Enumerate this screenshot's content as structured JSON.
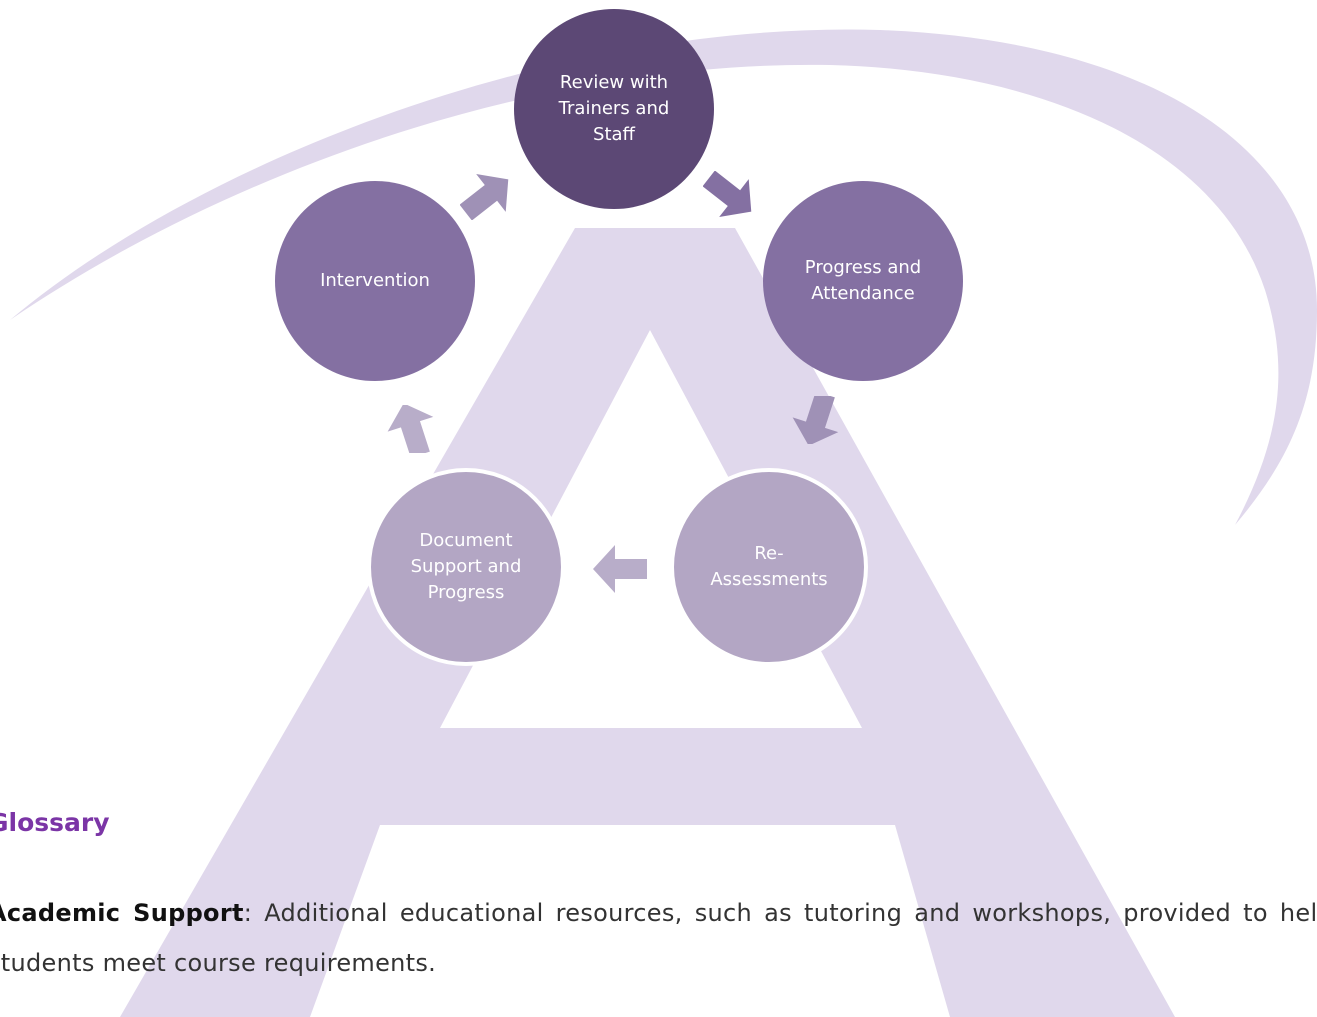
{
  "diagram": {
    "nodes": [
      {
        "id": "review",
        "label": "Review with Trainers and Staff",
        "color": "#5c4875"
      },
      {
        "id": "progress",
        "label": "Progress and Attendance",
        "color": "#8470a2"
      },
      {
        "id": "reassess",
        "label": "Re-Assessments",
        "color": "#b3a6c4"
      },
      {
        "id": "document",
        "label": "Document Support and Progress",
        "color": "#b3a6c4"
      },
      {
        "id": "intervention",
        "label": "Intervention",
        "color": "#8470a2"
      }
    ],
    "arrows": [
      {
        "from": "review",
        "to": "progress",
        "color": "#8470a2"
      },
      {
        "from": "progress",
        "to": "reassess",
        "color": "#9f91b6"
      },
      {
        "from": "reassess",
        "to": "document",
        "color": "#b8adc9"
      },
      {
        "from": "document",
        "to": "intervention",
        "color": "#b8adc9"
      },
      {
        "from": "intervention",
        "to": "review",
        "color": "#9f91b6"
      }
    ],
    "watermark_color": "#e0d8ec"
  },
  "glossary": {
    "heading": "Glossary",
    "heading_color": "#7b35a6",
    "term": "Academic Support",
    "separator": ":",
    "definition": " Additional educational resources, such as tutoring and workshops, provided to help students meet course requirements."
  }
}
